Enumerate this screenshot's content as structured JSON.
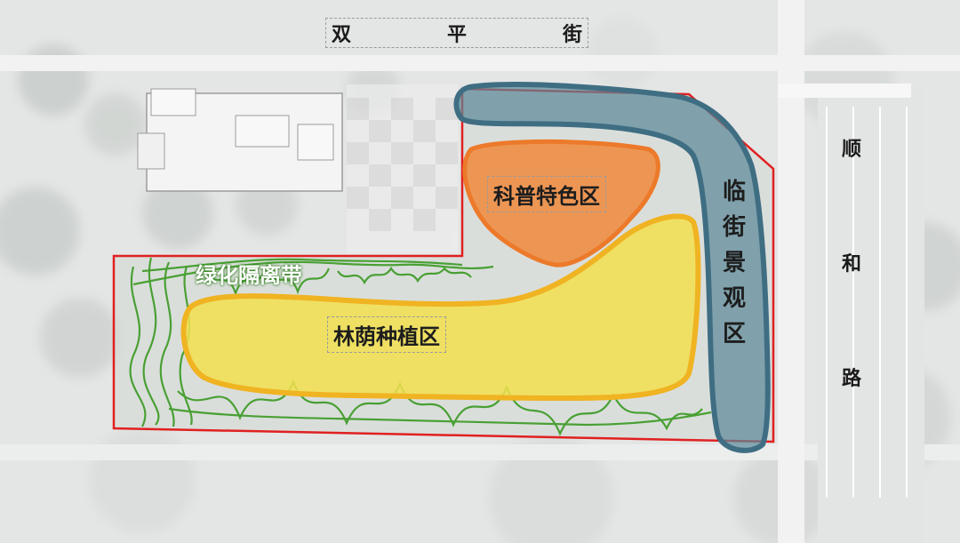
{
  "streets": {
    "north": [
      "双",
      "平",
      "街"
    ],
    "east": [
      "顺",
      "和",
      "路"
    ]
  },
  "zones": {
    "kepu": {
      "label": "科普特色区",
      "color": "#f08a3c"
    },
    "linyin": {
      "label": "林荫种植区",
      "color": "#f2dc4a"
    },
    "lvhua": {
      "label": "绿化隔离带",
      "color": "#3a9a22"
    },
    "linjie": {
      "label": [
        "临",
        "街",
        "景",
        "观",
        "区"
      ],
      "color": "#3f6e83"
    }
  },
  "colors": {
    "site_boundary": "#e02020",
    "background": "#e9ebea"
  }
}
